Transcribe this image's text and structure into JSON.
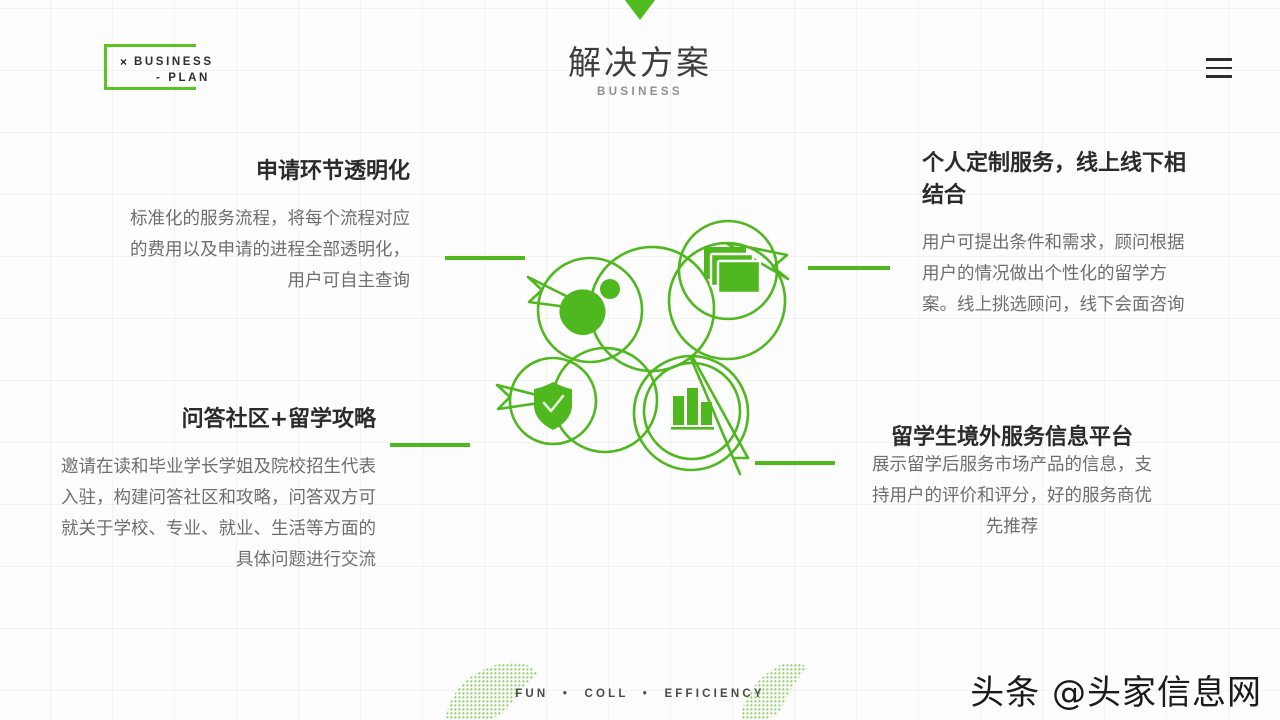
{
  "header": {
    "logo": {
      "mark": "×",
      "line1": "BUSINESS",
      "line2": "- PLAN"
    },
    "title": "解决方案",
    "subtitle": "BUSINESS",
    "menu_icon": "hamburger-menu-icon"
  },
  "accent_color": "#4fb81f",
  "accent_color_light": "#5cc523",
  "blocks": [
    {
      "id": "top-left",
      "title": "申请环节透明化",
      "body": "标准化的服务流程，将每个流程对应的费用以及申请的进程全部透明化，用户可自主查询"
    },
    {
      "id": "bottom-left",
      "title": "问答社区+留学攻略",
      "body": "邀请在读和毕业学长学姐及院校招生代表入驻，构建问答社区和攻略，问答双方可就关于学校、专业、就业、生活等方面的具体问题进行交流"
    },
    {
      "id": "top-right",
      "title": "个人定制服务，线上线下相结合",
      "body": "用户可提出条件和需求，顾问根据用户的情况做出个性化的留学方案。线上挑选顾问，线下会面咨询"
    },
    {
      "id": "bottom-right",
      "title": "留学生境外服务信息平台",
      "body": "展示留学后服务市场产品的信息，支持用户的评价和评分，好的服务商优先推荐"
    }
  ],
  "diagram": {
    "nodes": [
      {
        "id": "node-leaf",
        "icon": "leaf-icon"
      },
      {
        "id": "node-layers",
        "icon": "stacked-layers-icon"
      },
      {
        "id": "node-shield",
        "icon": "shield-check-icon"
      },
      {
        "id": "node-chart",
        "icon": "bar-chart-icon"
      }
    ]
  },
  "footer": {
    "tagline_items": [
      "FUN",
      "COLL",
      "EFFICIENCY"
    ],
    "separator": "•",
    "watermark": "头条 @头家信息网"
  }
}
